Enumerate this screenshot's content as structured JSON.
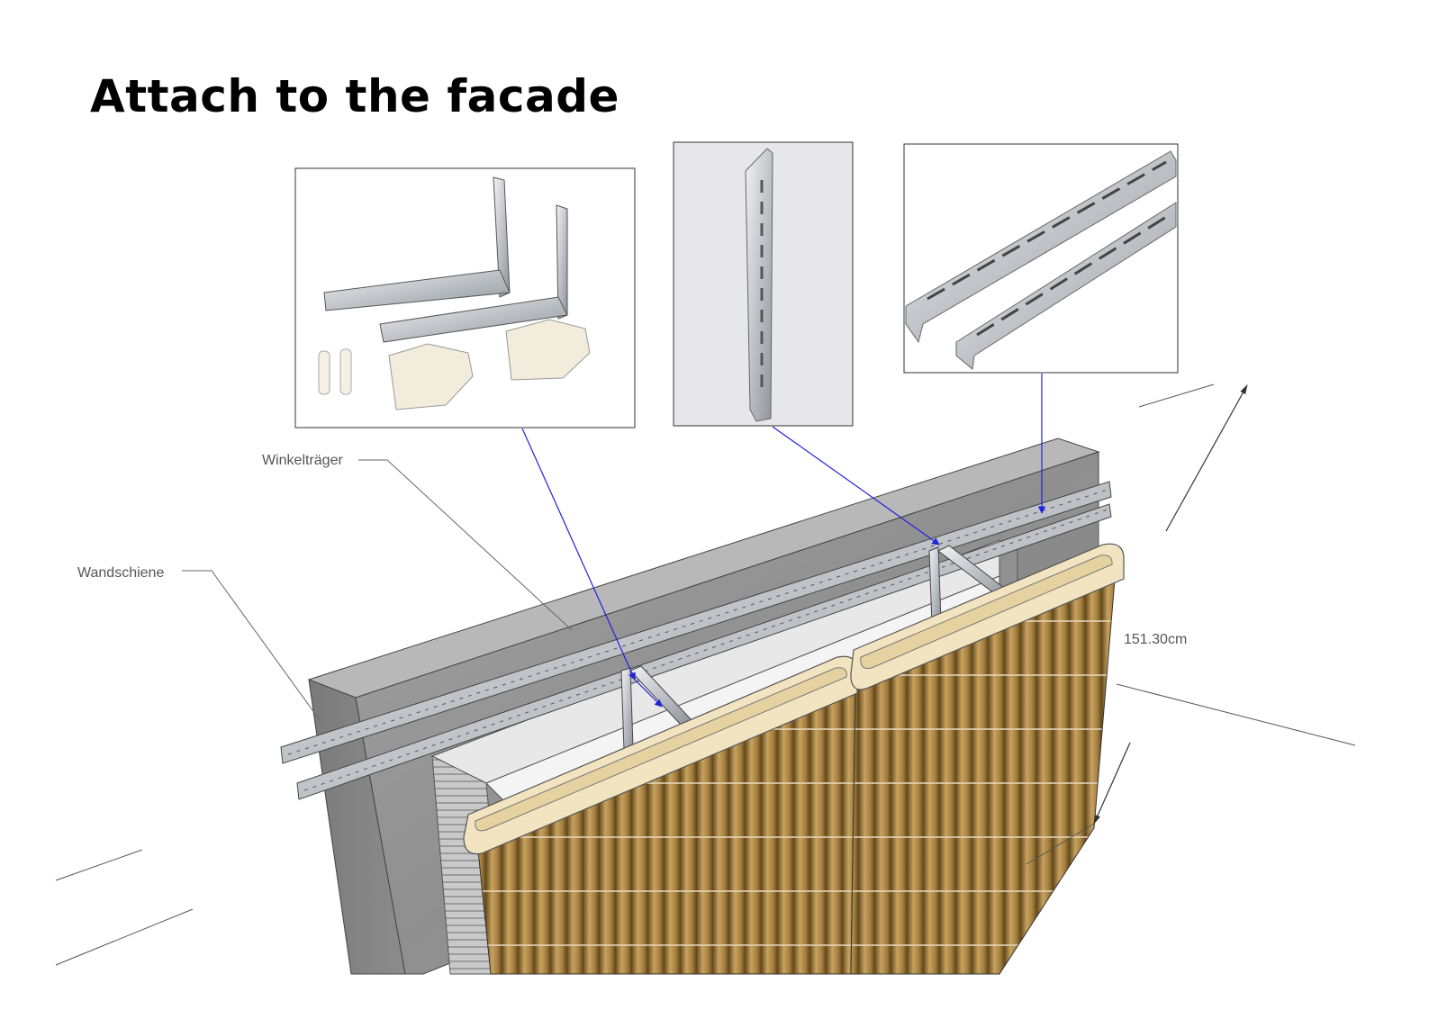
{
  "title": "Attach to the facade",
  "labels": {
    "winkeltraeger": "Winkelträger",
    "wandschiene": "Wandschiene",
    "dimension": "151.30cm"
  },
  "colors": {
    "leader_arrow": "#2222dd",
    "leader_line": "#666666",
    "concrete": "#9a9a9a",
    "bamboo": "#b08a4a",
    "planter": "#f2e4c0"
  }
}
